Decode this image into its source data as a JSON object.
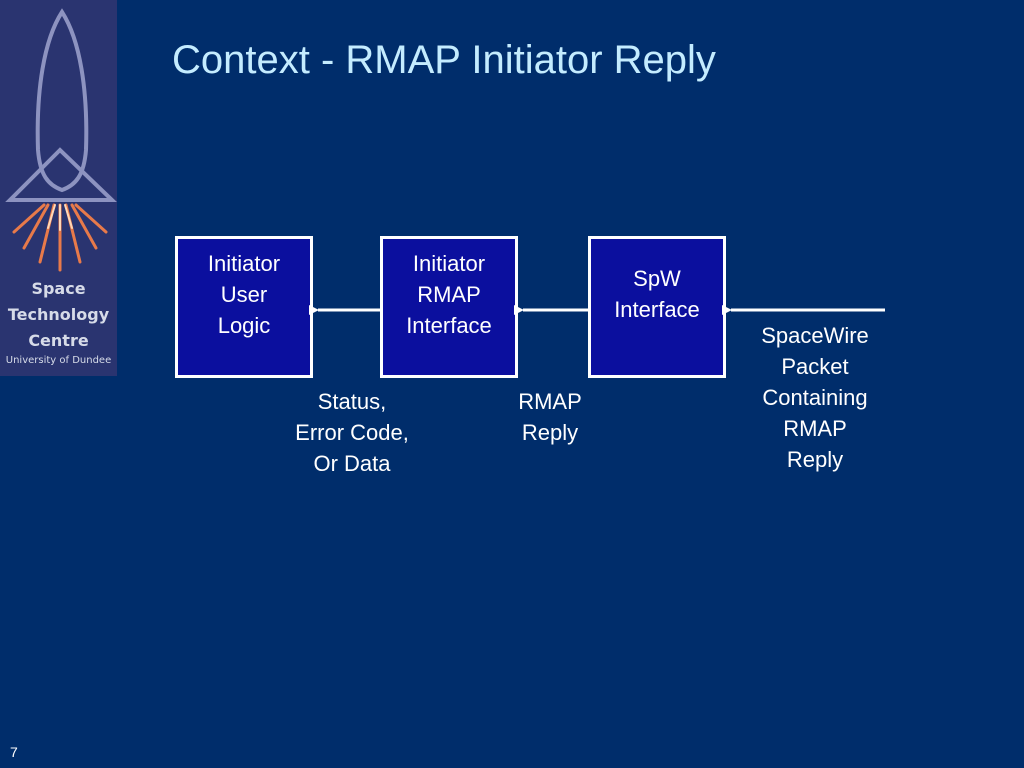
{
  "slide": {
    "title": "Context - RMAP Initiator Reply",
    "page_number": "7"
  },
  "logo": {
    "line1": "Space",
    "line2": "Technology",
    "line3": "Centre",
    "line4": "University of Dundee"
  },
  "boxes": {
    "initiator_user_logic": [
      "Initiator",
      "User",
      "Logic"
    ],
    "initiator_rmap_interface": [
      "Initiator",
      "RMAP",
      "Interface"
    ],
    "spw_interface": [
      "SpW",
      "Interface"
    ]
  },
  "labels": {
    "status": [
      "Status,",
      "Error Code,",
      "Or Data"
    ],
    "rmap_reply": [
      "RMAP",
      "Reply"
    ],
    "spacewire_packet": [
      "SpaceWire",
      "Packet",
      "Containing",
      "RMAP",
      "Reply"
    ]
  },
  "colors": {
    "background": "#002d6b",
    "title": "#c4ecff",
    "box_fill": "#0b0f9e",
    "box_border": "#ffffff",
    "arrow": "#ffffff"
  }
}
